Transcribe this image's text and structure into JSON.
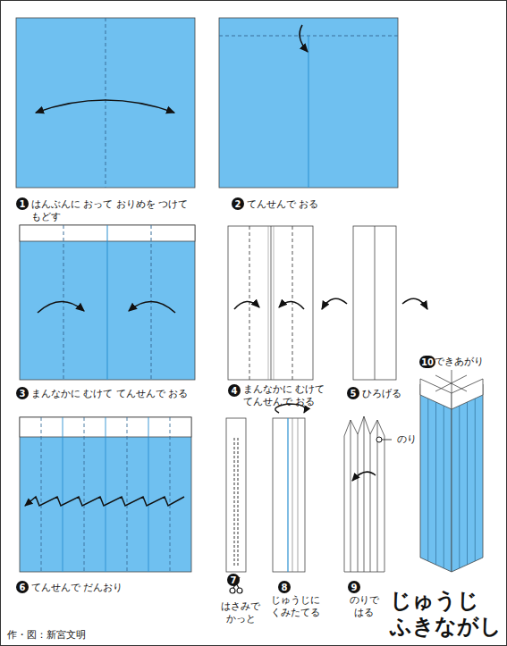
{
  "diagram": {
    "title": "じゅうじ ふきながし",
    "nodes": [
      {
        "text": [
          "1"
        ]
      },
      {
        "text": [
          "2"
        ]
      },
      {
        "text": [
          "3"
        ]
      },
      {
        "text": [
          "4"
        ]
      },
      {
        "text": [
          "5"
        ]
      },
      {
        "text": [
          "6"
        ]
      },
      {
        "text": [
          "7"
        ]
      },
      {
        "text": [
          "8"
        ]
      },
      {
        "text": [
          "9"
        ]
      },
      {
        "text": [
          "10"
        ]
      }
    ],
    "labels": [
      "はんぶんに おって おりめを つけて もどす",
      "てんせんで おる",
      "まんなかに むけて てんせんで おる",
      "まんなかに むけて てんせんで おる",
      "ひろげる",
      "てんせんで だんおり",
      "はさみで かっと",
      "じゅうじに くみたてる",
      "のり",
      "のりで はる",
      "できあがり",
      "作・図：新宮文明"
    ]
  }
}
